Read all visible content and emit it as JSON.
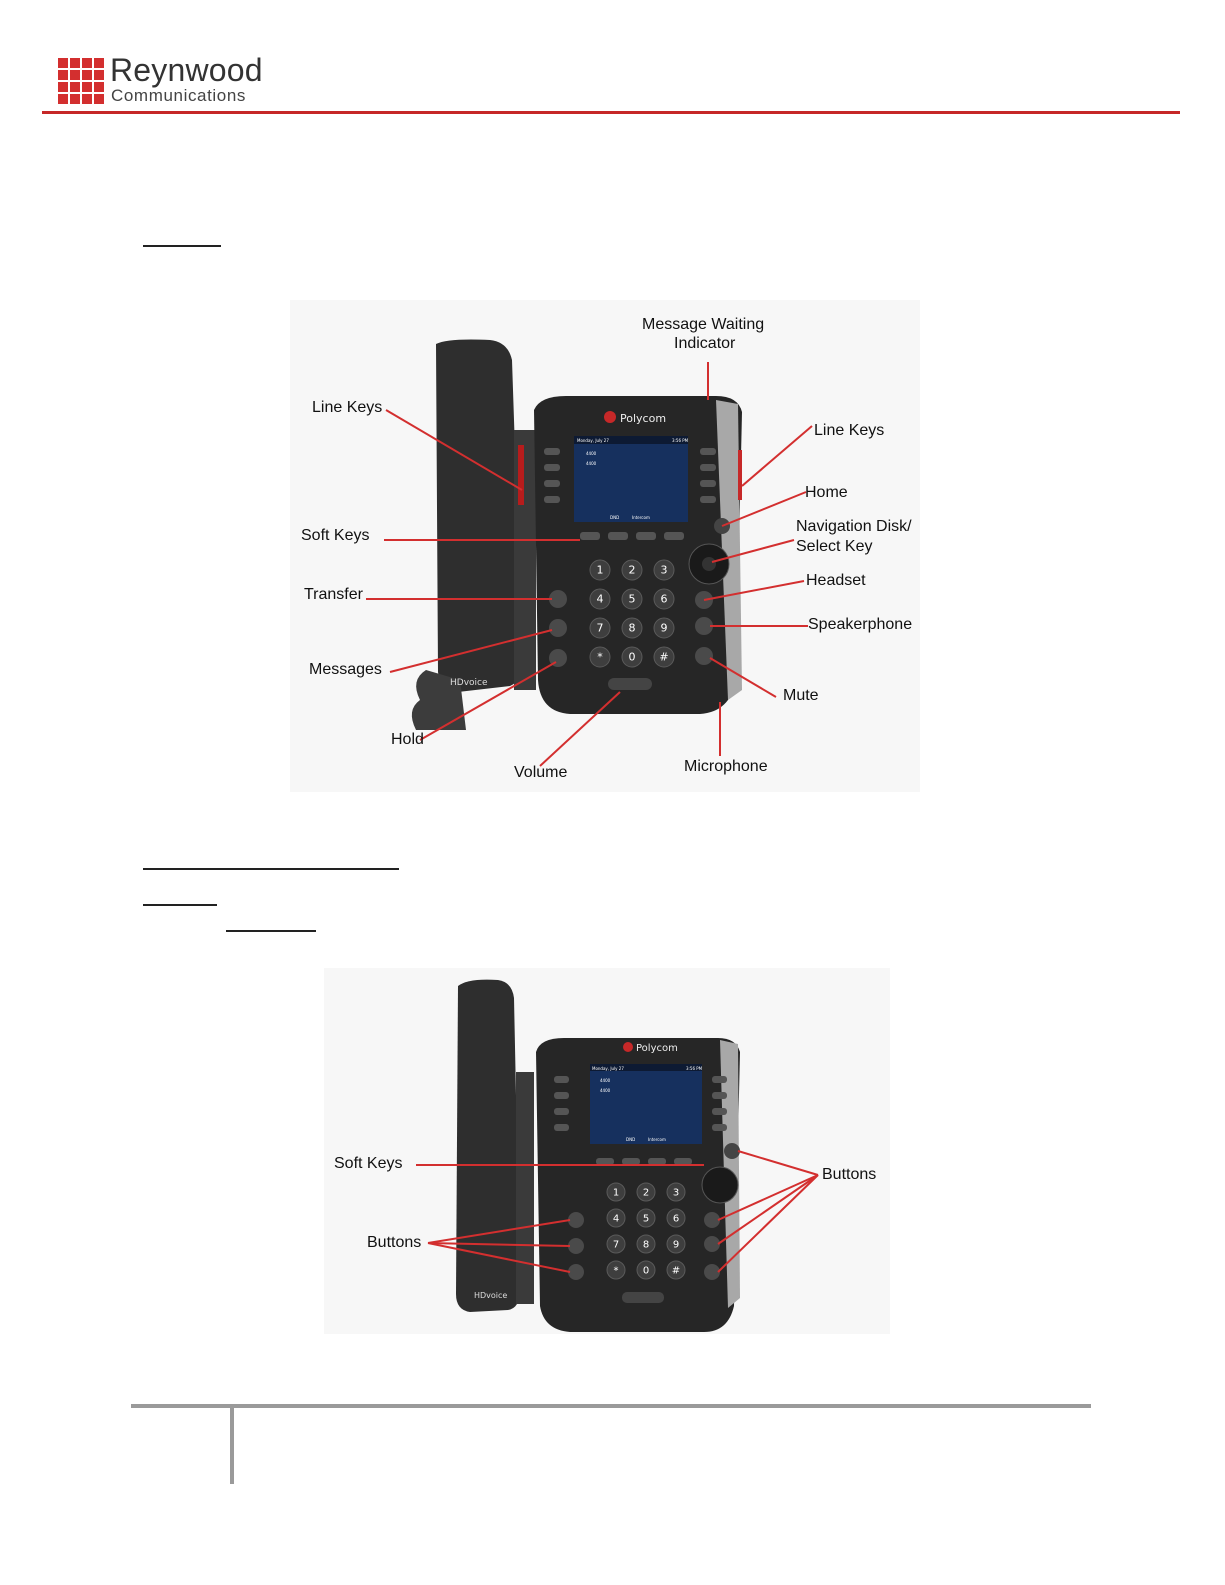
{
  "header": {
    "brand_name": "Reynwood",
    "brand_sub": "Communications",
    "brand_color": "#d32f2f",
    "rule_color": "#c62828"
  },
  "diagram1": {
    "labels": {
      "message_waiting": "Message Waiting",
      "message_waiting_2": "Indicator",
      "line_keys_left": "Line Keys",
      "line_keys_right": "Line Keys",
      "home": "Home",
      "nav_disk": "Navigation Disk/",
      "nav_disk_2": "Select Key",
      "soft_keys": "Soft Keys",
      "headset": "Headset",
      "transfer": "Transfer",
      "speakerphone": "Speakerphone",
      "messages": "Messages",
      "mute": "Mute",
      "hold": "Hold",
      "volume": "Volume",
      "microphone": "Microphone"
    }
  },
  "diagram2": {
    "labels": {
      "soft_keys": "Soft Keys",
      "buttons_left": "Buttons",
      "buttons_right": "Buttons"
    }
  },
  "phone": {
    "brand": "Polycom",
    "screen_date": "Monday, July 27",
    "screen_time": "3:56 PM",
    "ext_1": "4400",
    "ext_2": "4400",
    "softkey_1": "DND",
    "softkey_2": "Intercom",
    "hd_badge": "HDvoice",
    "keypad": [
      "1",
      "2",
      "3",
      "4",
      "5",
      "6",
      "7",
      "8",
      "9",
      "*",
      "0",
      "#"
    ]
  }
}
